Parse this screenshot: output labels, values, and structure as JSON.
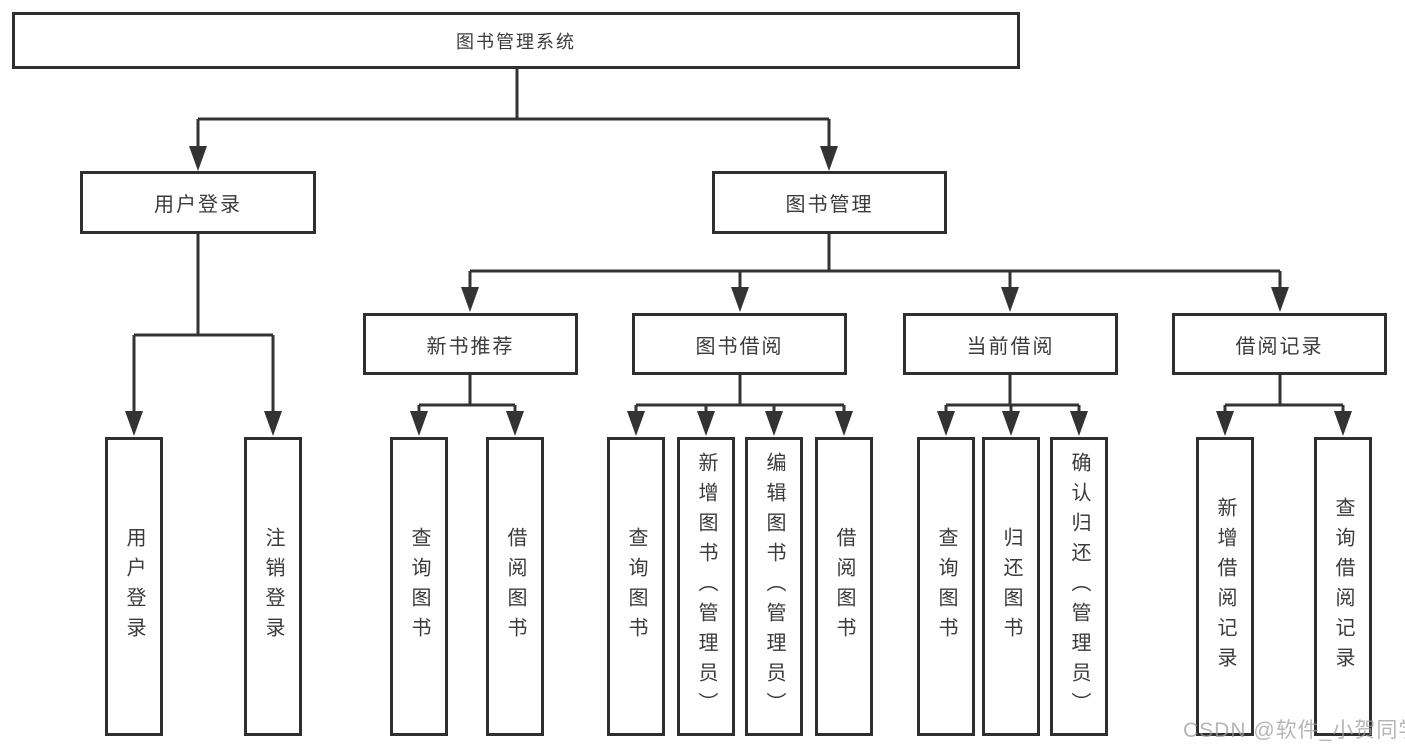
{
  "tree": {
    "root": "图书管理系统",
    "level2": {
      "user_login": "用户登录",
      "book_mgmt": "图书管理"
    },
    "level3": {
      "new_book_rec": "新书推荐",
      "book_borrow": "图书借阅",
      "current_borrow": "当前借阅",
      "borrow_records": "借阅记录"
    },
    "leaves": {
      "user_login": [
        "用户登录",
        "注销登录"
      ],
      "new_book_rec": [
        "查询图书",
        "借阅图书"
      ],
      "book_borrow": [
        "查询图书",
        "新增图书（管理员）",
        "编辑图书（管理员）",
        "借阅图书"
      ],
      "current_borrow": [
        "查询图书",
        "归还图书",
        "确认归还（管理员）"
      ],
      "borrow_records": [
        "新增借阅记录",
        "查询借阅记录"
      ]
    }
  },
  "watermark": "CSDN @软件_小贺同学",
  "colors": {
    "line": "#333333",
    "border": "#2f2f2f",
    "text": "#3b3b3b",
    "watermark": "#9e9e9e",
    "background": "#ffffff"
  }
}
